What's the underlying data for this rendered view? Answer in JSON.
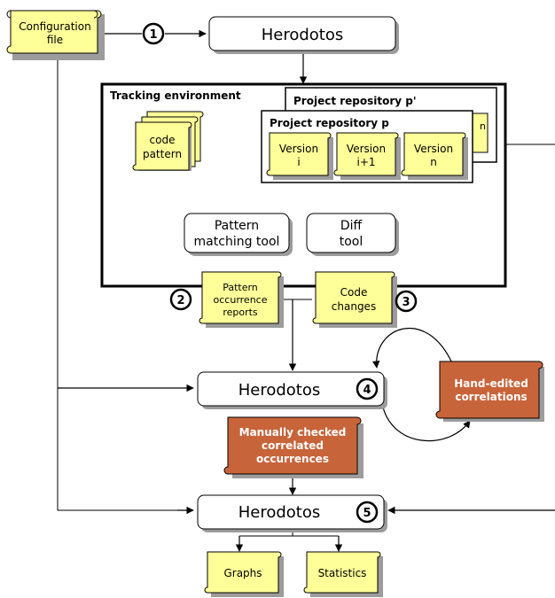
{
  "nodes": {
    "config_file": [
      "Configuration",
      "file"
    ],
    "herodotos_top": "Herodotos",
    "herodotos_mid": "Herodotos",
    "herodotos_bottom": "Herodotos",
    "tracking_env": "Tracking environment",
    "project_repo_p_prime": "Project repository p'",
    "project_repo_p": "Project repository p",
    "code_pattern": [
      "code",
      "pattern"
    ],
    "version_i": [
      "Version",
      "i"
    ],
    "version_i1": [
      "Version",
      "i+1"
    ],
    "version_n": [
      "Version",
      "n"
    ],
    "pattern_tool": [
      "Pattern",
      "matching tool"
    ],
    "diff_tool": [
      "Diff",
      "tool"
    ],
    "pattern_reports": [
      "Pattern",
      "occurrence",
      "reports"
    ],
    "code_changes": [
      "Code",
      "changes"
    ],
    "manually_checked": [
      "Manually checked",
      "correlated",
      "occurrences"
    ],
    "hand_edited": [
      "Hand-edited",
      "correlations"
    ],
    "graphs": "Graphs",
    "statistics": "Statistics"
  },
  "step_labels": [
    "1",
    "2",
    "3",
    "4",
    "5"
  ],
  "colors": {
    "scroll_yellow": "#ffff99",
    "scroll_orange": "#c8643a",
    "shadow": "#9c9c9c"
  }
}
